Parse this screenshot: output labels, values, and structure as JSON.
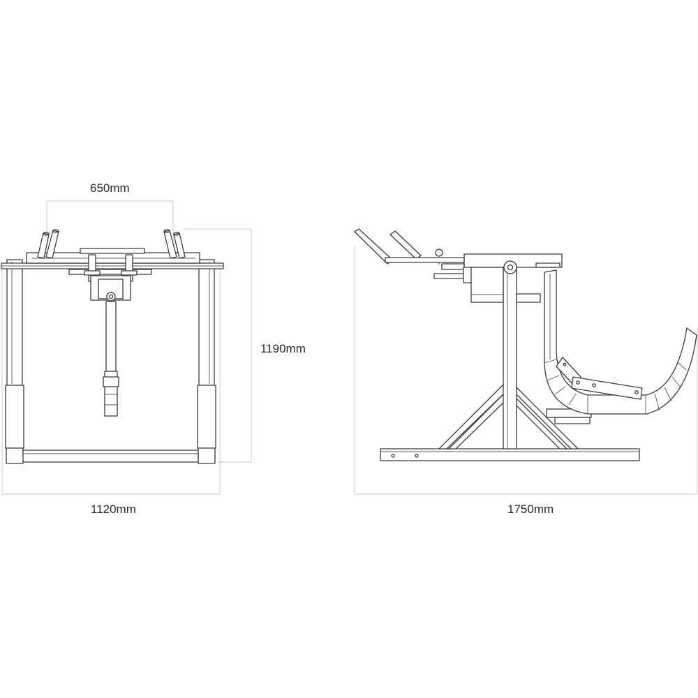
{
  "dimensions": {
    "front_width_top": "650mm",
    "front_height": "1190mm",
    "front_width_base": "1120mm",
    "side_length": "1750mm"
  },
  "colors": {
    "line": "#3a3a3a",
    "dimension_line": "#c9c9c9",
    "background": "#ffffff"
  }
}
